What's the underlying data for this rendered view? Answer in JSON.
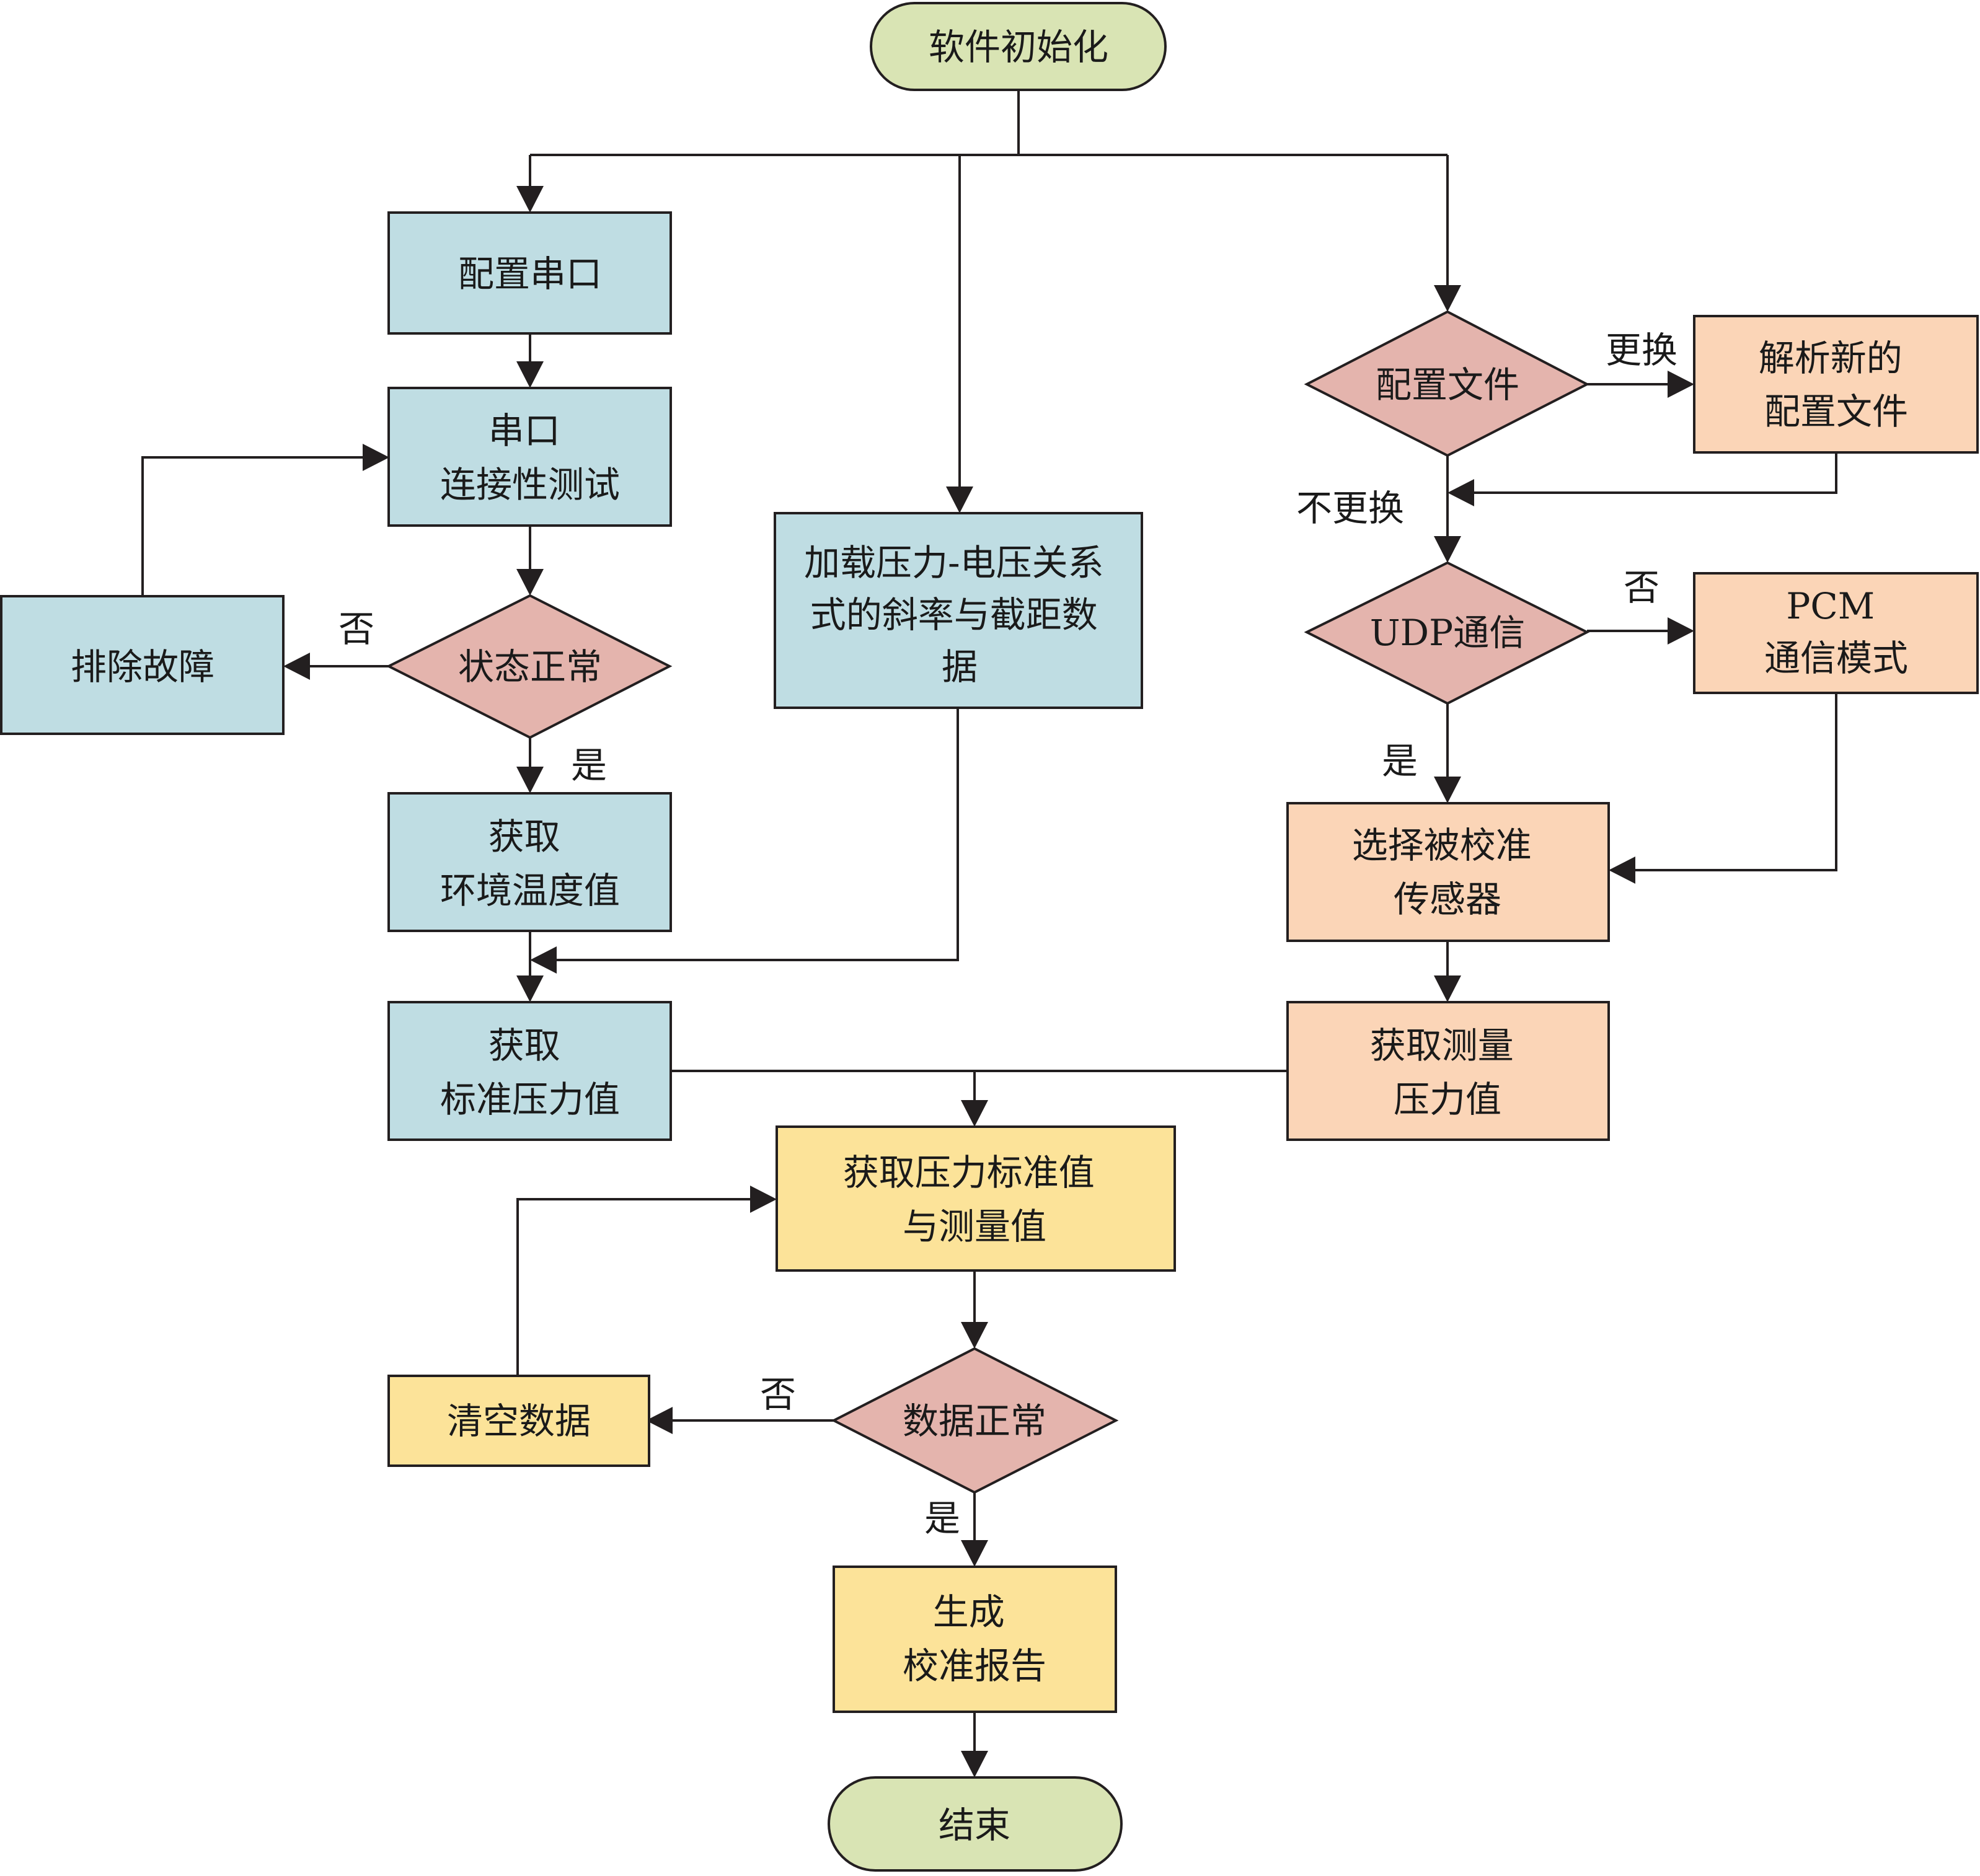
{
  "colors": {
    "terminal": "#d9e4b4",
    "blue": "#bfdde3",
    "decision": "#e4b4ad",
    "orange": "#fbd5b7",
    "yellow": "#fce399",
    "stroke": "#231f20"
  },
  "nodes": {
    "start": {
      "lines": [
        "软件初始化"
      ]
    },
    "config_serial": {
      "lines": [
        "配置串口"
      ]
    },
    "serial_test": {
      "lines": [
        "串口",
        "连接性测试"
      ]
    },
    "status_ok": {
      "lines": [
        "状态正常"
      ]
    },
    "troubleshoot": {
      "lines": [
        "排除故障"
      ]
    },
    "get_env_temp": {
      "lines": [
        "获取",
        "环境温度值"
      ]
    },
    "get_std_pressure": {
      "lines": [
        "获取",
        "标准压力值"
      ]
    },
    "load_relation": {
      "lines": [
        "加载压力-电压关系",
        "式的斜率与截距数",
        "据"
      ]
    },
    "config_file": {
      "lines": [
        "配置文件"
      ]
    },
    "parse_config": {
      "lines": [
        "解析新的",
        "配置文件"
      ]
    },
    "udp_comm": {
      "lines": [
        "UDP通信"
      ]
    },
    "pcm_mode": {
      "lines": [
        "PCM",
        "通信模式"
      ]
    },
    "select_sensor": {
      "lines": [
        "选择被校准",
        "传感器"
      ]
    },
    "get_measured_pressure": {
      "lines": [
        "获取测量",
        "压力值"
      ]
    },
    "get_std_and_measured": {
      "lines": [
        "获取压力标准值",
        "与测量值"
      ]
    },
    "data_ok": {
      "lines": [
        "数据正常"
      ]
    },
    "clear_data": {
      "lines": [
        "清空数据"
      ]
    },
    "gen_report": {
      "lines": [
        "生成",
        "校准报告"
      ]
    },
    "end": {
      "lines": [
        "结束"
      ]
    }
  },
  "edge_labels": {
    "status_no": "否",
    "status_yes": "是",
    "config_replace": "更换",
    "config_no_replace": "不更换",
    "udp_no": "否",
    "udp_yes": "是",
    "data_no": "否",
    "data_yes": "是"
  }
}
